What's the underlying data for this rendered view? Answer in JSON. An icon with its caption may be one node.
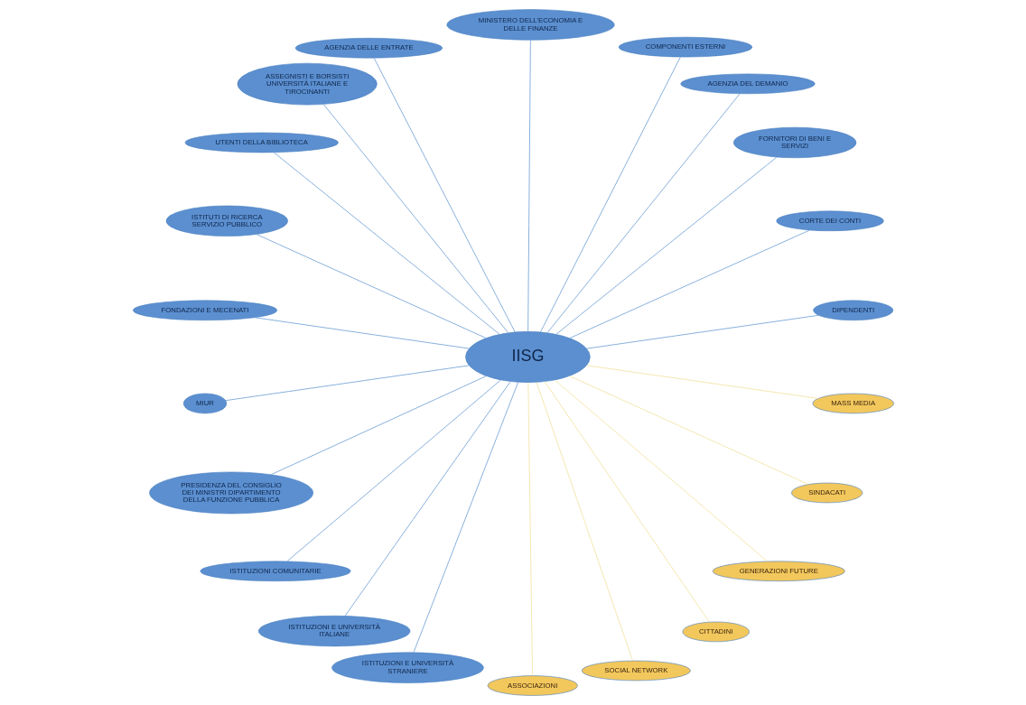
{
  "diagram": {
    "nodes": [
      {
        "text": [
          "IISG"
        ]
      },
      {
        "text": [
          "DIPENDENTI"
        ]
      },
      {
        "text": [
          "CORTE DEI CONTI"
        ]
      },
      {
        "text": [
          "FORNITORI DI BENI E SERVIZI"
        ]
      },
      {
        "text": [
          "AGENZIA DEL DEMANIO"
        ]
      },
      {
        "text": [
          "COMPONENTI ESTERNI"
        ]
      },
      {
        "text": [
          "MINISTERO DELL'ECONOMIA E DELLE FINANZE"
        ]
      },
      {
        "text": [
          "AGENZIA DELLE ENTRATE"
        ]
      },
      {
        "text": [
          "ASSEGNISTI E BORSISTI UNIVERSITÀ ITALIANE E TIROCINANTI"
        ]
      },
      {
        "text": [
          "UTENTI DELLA BIBLIOTECA"
        ]
      },
      {
        "text": [
          "ISTITUTI DI RICERCA SERVIZIO PUBBLICO"
        ]
      },
      {
        "text": [
          "FONDAZIONI E MECENATI"
        ]
      },
      {
        "text": [
          "MIUR"
        ]
      },
      {
        "text": [
          "PRESIDENZA DEL CONSIGLIO DEI MINISTRI DIPARTIMENTO DELLA FUNZIONE PUBBLICA"
        ]
      },
      {
        "text": [
          "ISTITUZIONI COMUNITARIE"
        ]
      },
      {
        "text": [
          "ISTITUZIONI E UNIVERSITÀ ITALIANE"
        ]
      },
      {
        "text": [
          "ISTITUZIONI E UNIVERSITÀ STRANIERE"
        ]
      },
      {
        "text": [
          "ASSOCIAZIONI"
        ]
      },
      {
        "text": [
          "SOCIAL NETWORK"
        ]
      },
      {
        "text": [
          "CITTADINI"
        ]
      },
      {
        "text": [
          "GENERAZIONI FUTURE"
        ]
      },
      {
        "text": [
          "SINDACATI"
        ]
      },
      {
        "text": [
          "MASS MEDIA"
        ]
      }
    ],
    "edges": [
      {
        "from": 0,
        "to": 1,
        "arrow": "none"
      },
      {
        "from": 0,
        "to": 2,
        "arrow": "none"
      },
      {
        "from": 0,
        "to": 3,
        "arrow": "none"
      },
      {
        "from": 0,
        "to": 4,
        "arrow": "none"
      },
      {
        "from": 0,
        "to": 5,
        "arrow": "none"
      },
      {
        "from": 0,
        "to": 6,
        "arrow": "none"
      },
      {
        "from": 0,
        "to": 7,
        "arrow": "none"
      },
      {
        "from": 0,
        "to": 8,
        "arrow": "none"
      },
      {
        "from": 0,
        "to": 9,
        "arrow": "none"
      },
      {
        "from": 0,
        "to": 10,
        "arrow": "none"
      },
      {
        "from": 0,
        "to": 11,
        "arrow": "none"
      },
      {
        "from": 0,
        "to": 12,
        "arrow": "none"
      },
      {
        "from": 0,
        "to": 13,
        "arrow": "none"
      },
      {
        "from": 0,
        "to": 14,
        "arrow": "none"
      },
      {
        "from": 0,
        "to": 15,
        "arrow": "none"
      },
      {
        "from": 0,
        "to": 16,
        "arrow": "none"
      },
      {
        "from": 0,
        "to": 17,
        "arrow": "none",
        "color": "#f3e4a8"
      },
      {
        "from": 0,
        "to": 18,
        "arrow": "none",
        "color": "#f3e4a8"
      },
      {
        "from": 0,
        "to": 19,
        "arrow": "none",
        "color": "#f3e4a8"
      },
      {
        "from": 0,
        "to": 20,
        "arrow": "none",
        "color": "#f3e4a8"
      },
      {
        "from": 0,
        "to": 21,
        "arrow": "none",
        "color": "#f3e4a8"
      },
      {
        "from": 0,
        "to": 22,
        "arrow": "none",
        "color": "#f3e4a8"
      }
    ]
  }
}
